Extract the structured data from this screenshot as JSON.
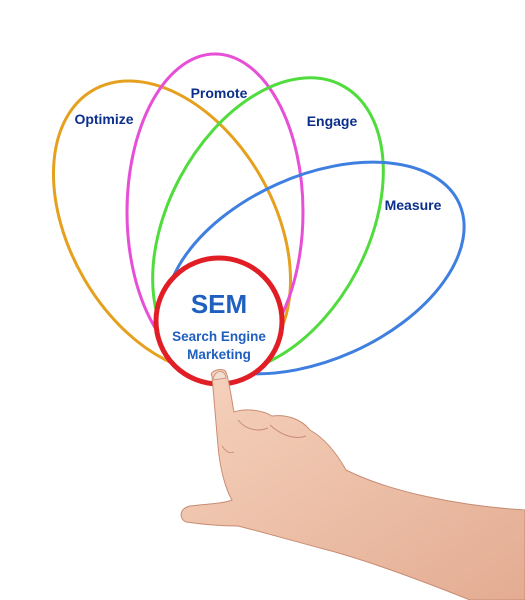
{
  "diagram": {
    "center": {
      "title": "SEM",
      "subtitle_line1": "Search Engine",
      "subtitle_line2": "Marketing",
      "ring_color": "#e11e26",
      "text_color": "#1f5fbf"
    },
    "petals": [
      {
        "label": "Optimize",
        "color": "#e5a11e"
      },
      {
        "label": "Promote",
        "color": "#e64fd6"
      },
      {
        "label": "Engage",
        "color": "#4fdc3c"
      },
      {
        "label": "Measure",
        "color": "#3e7fe0"
      }
    ],
    "label_color": "#0b2f8a",
    "pointer": "hand-pointing-icon"
  }
}
